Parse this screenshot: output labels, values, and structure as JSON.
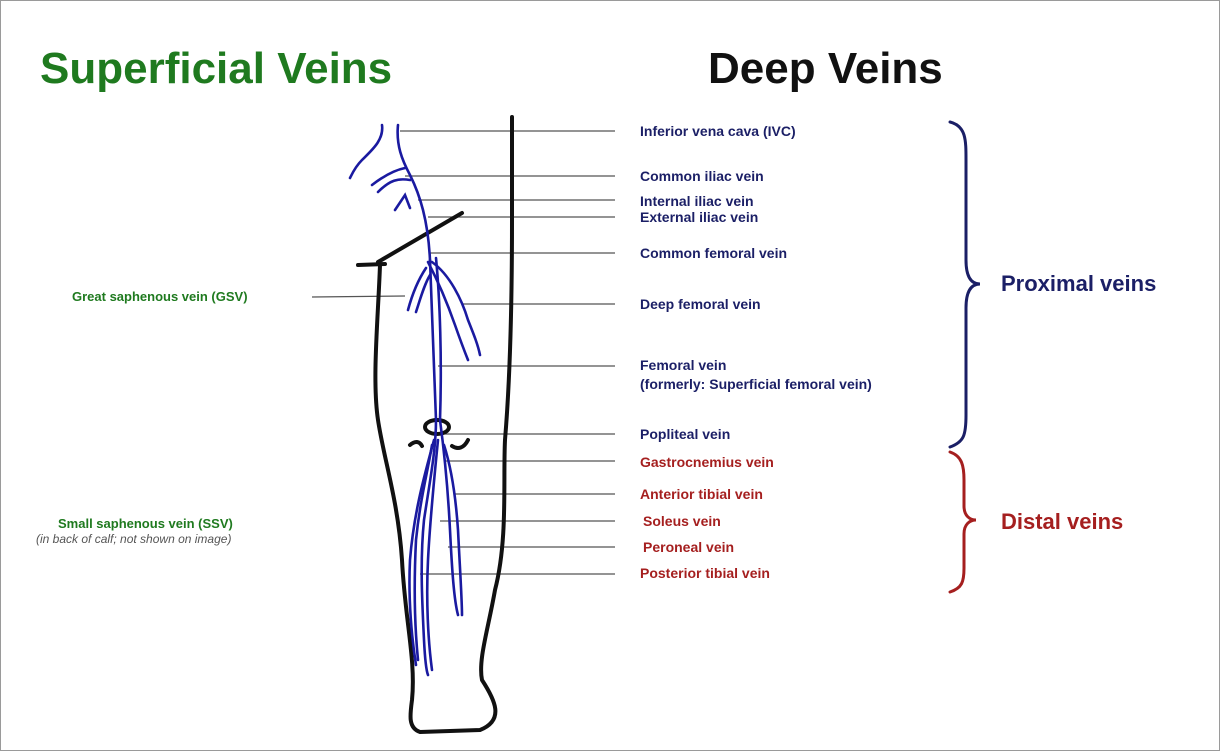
{
  "titles": {
    "superficial": "Superficial Veins",
    "deep": "Deep Veins"
  },
  "deep_veins": {
    "inferior_vena_cava": "Inferior vena cava (IVC)",
    "common_iliac": "Common iliac vein",
    "internal_iliac": "Internal iliac vein",
    "external_iliac": "External iliac vein",
    "common_femoral": "Common femoral vein",
    "deep_femoral": "Deep femoral vein",
    "femoral": "Femoral vein",
    "femoral_note": "(formerly:  Superficial femoral vein)",
    "popliteal": "Popliteal vein",
    "gastrocnemius": "Gastrocnemius vein",
    "anterior_tibial": "Anterior tibial vein",
    "soleus": "Soleus vein",
    "peroneal": "Peroneal vein",
    "posterior_tibial": "Posterior tibial vein"
  },
  "groups": {
    "proximal": "Proximal veins",
    "distal": "Distal veins"
  },
  "superficial_veins": {
    "gsv": "Great saphenous vein (GSV)",
    "ssv": "Small saphenous vein (SSV)",
    "ssv_note": "(in back of calf; not shown on image)"
  },
  "colors": {
    "superficial": "#1f7a1f",
    "deep_proximal": "#1b1f66",
    "deep_distal": "#a51f1f",
    "vein": "#1a1aa0",
    "outline": "#111111"
  }
}
